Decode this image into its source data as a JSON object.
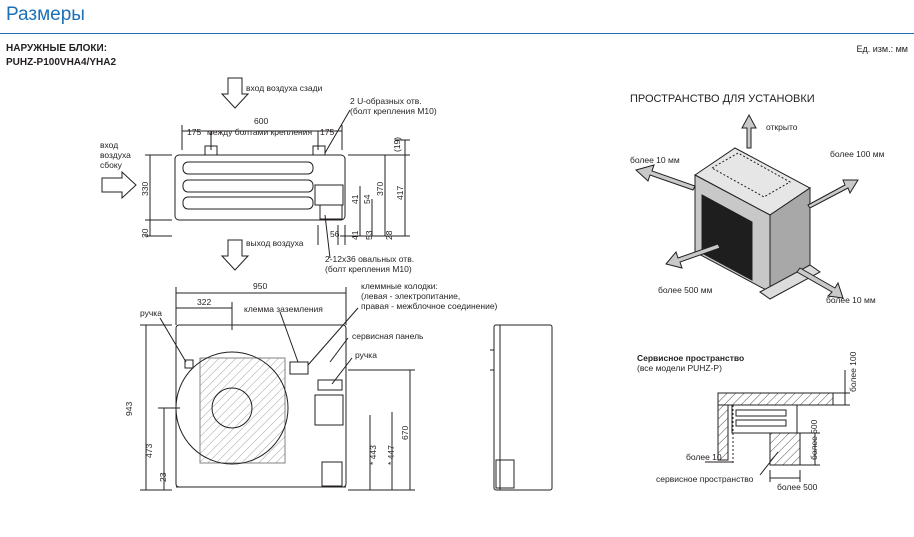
{
  "header": {
    "title": "Размеры",
    "model_line1": "НАРУЖНЫЕ БЛОКИ:",
    "model_line2": "PUHZ-P100VHA4/YHA2",
    "units": "Ед. изм.: мм"
  },
  "top_view": {
    "air_in_rear": "вход воздуха сзади",
    "air_in_side": [
      "вход",
      "воздуха",
      "сбоку"
    ],
    "air_out": "выход воздуха",
    "u_holes": [
      "2 U-образных отв.",
      "(болт крепления М10)"
    ],
    "oval_holes": [
      "2-12х36 овальных отв.",
      "(болт крепления М10)"
    ],
    "dims": {
      "d600": "600",
      "between_bolts": "между болтами крепления",
      "d175a": "175",
      "d175b": "175",
      "d19": "(19)",
      "d330": "330",
      "d30": "30",
      "d370": "370",
      "d417": "417",
      "d41a": "41",
      "d54": "54",
      "d56": "56",
      "d41b": "41",
      "d53": "53",
      "d28": "28"
    }
  },
  "front_view": {
    "d950": "950",
    "d322": "322",
    "handle": "ручка",
    "ground_terminal": "клемма заземления",
    "terminal_blocks": [
      "клеммные колодки:",
      "(левая - электропитание,",
      "правая - межблочное соединение)"
    ],
    "service_panel": "сервисная панель",
    "handle2": "ручка",
    "d943": "943",
    "d473": "473",
    "d23": "23",
    "d443": "* 443",
    "d447": "* 447",
    "d670": "670"
  },
  "install_space": {
    "title": "ПРОСТРАНСТВО ДЛЯ УСТАНОВКИ",
    "open": "открыто",
    "left10": "более 10 мм",
    "right100": "более 100 мм",
    "front500": "более 500 мм",
    "bottom10": "более 10 мм"
  },
  "service_space": {
    "title": "Сервисное пространство",
    "subtitle": "(все модели PUHZ-P)",
    "top100": "более 100",
    "right500": "более\n500",
    "left10": "более 10",
    "bottom500": "более\n500",
    "label": "сервисное пространство"
  }
}
